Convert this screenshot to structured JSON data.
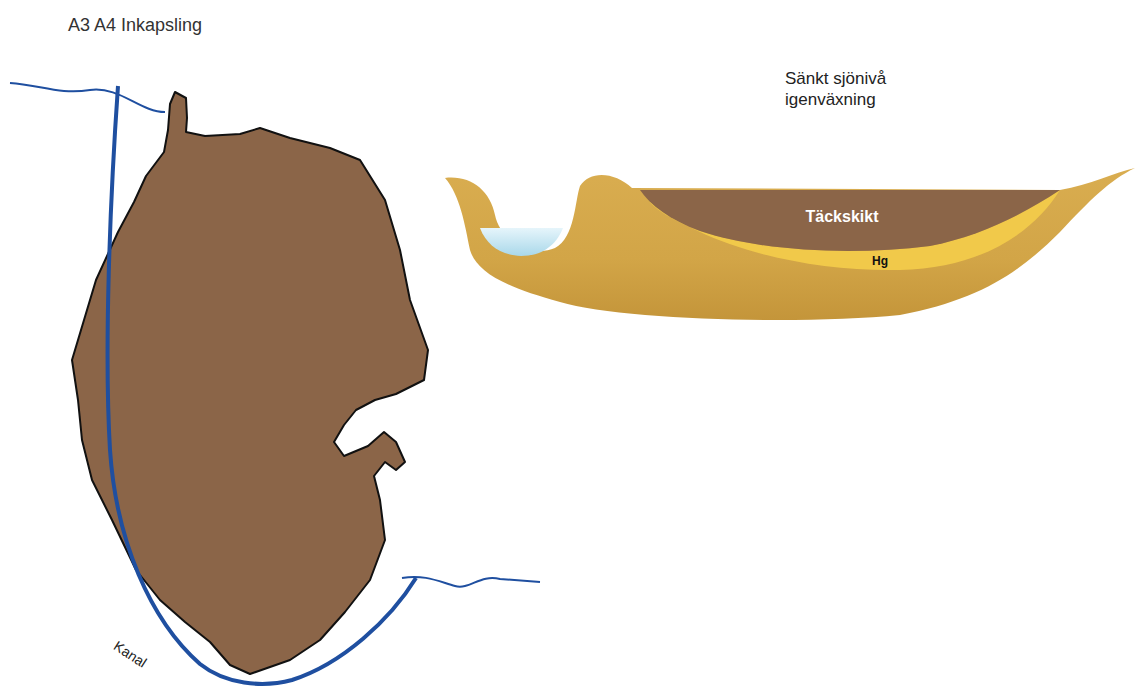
{
  "diagram": {
    "title": "A3 A4 Inkapsling",
    "labels": [
      "Sänkt sjönivå igenväxning",
      "Täckskikt",
      "Hg",
      "Kanal"
    ]
  }
}
